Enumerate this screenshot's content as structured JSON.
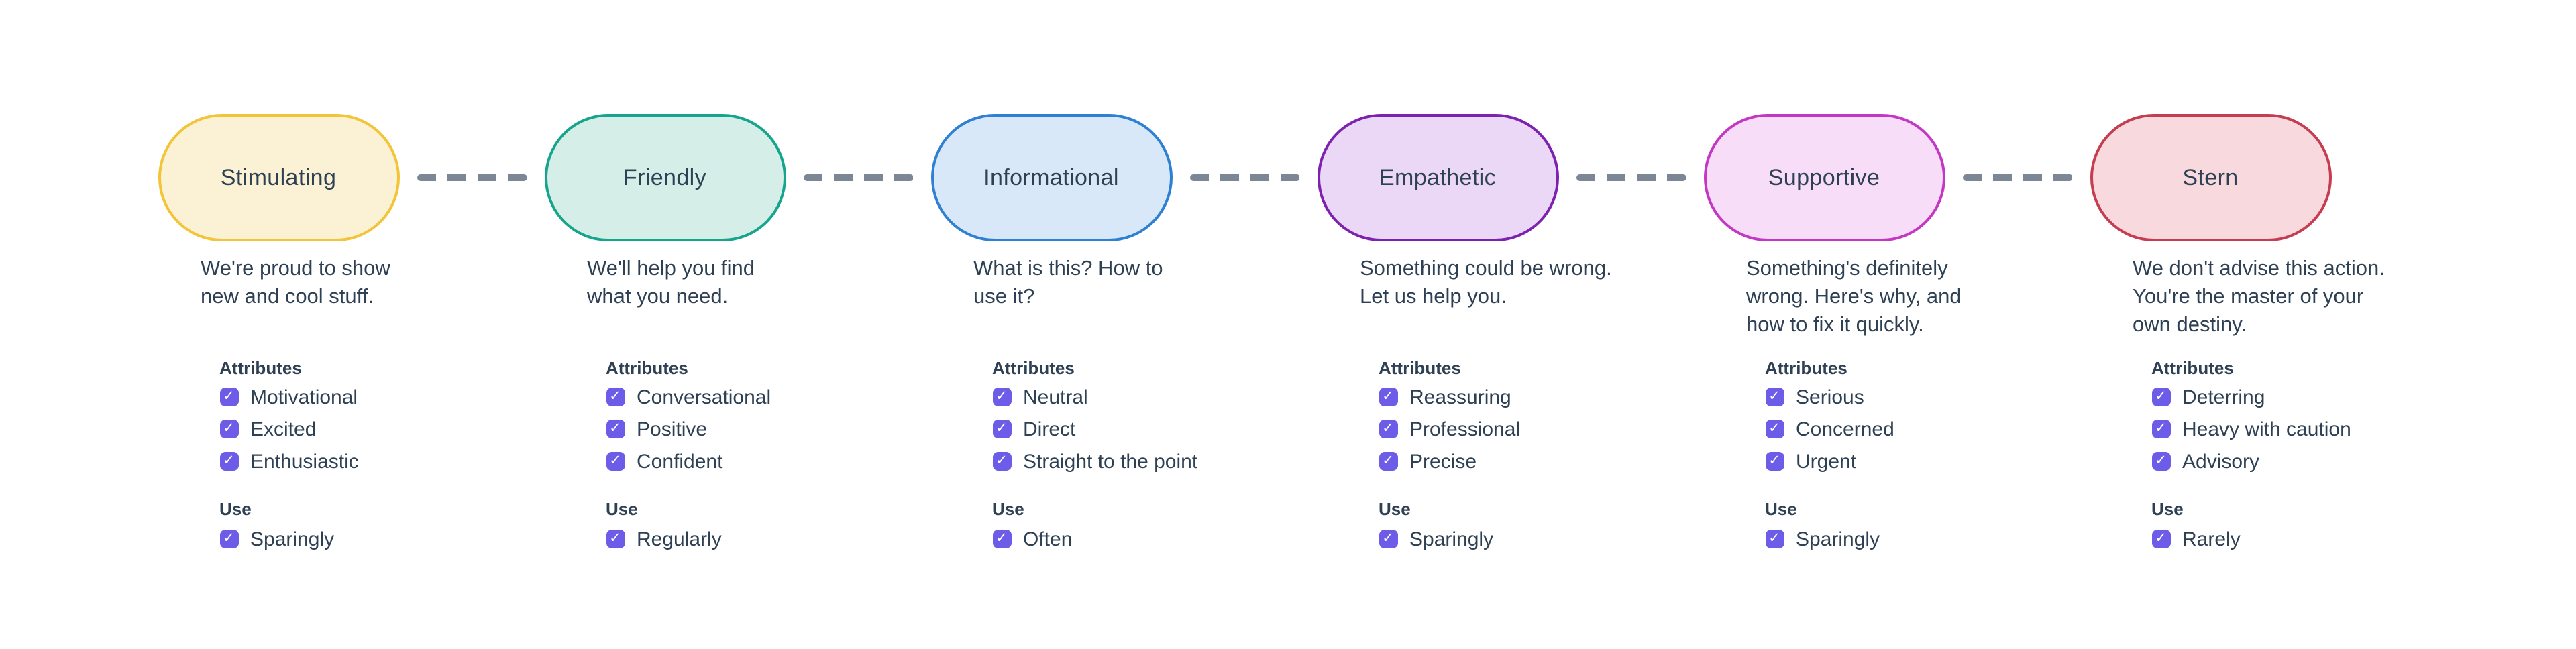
{
  "labels": {
    "attributes": "Attributes",
    "use": "Use"
  },
  "styles": {
    "checkbox_color": "#6c5ce7",
    "connector_color": "#7b8794",
    "text_color": "#2e4053",
    "check_glyph": "✓"
  },
  "tones": [
    {
      "name": "Stimulating",
      "border_color": "#f3c436",
      "fill_color": "#fbf1d4",
      "description": "We're proud to show\nnew and cool stuff.",
      "attributes": [
        {
          "label": "Motivational",
          "checked": true
        },
        {
          "label": "Excited",
          "checked": true
        },
        {
          "label": "Enthusiastic",
          "checked": true
        }
      ],
      "use": [
        {
          "label": "Sparingly",
          "checked": true
        }
      ]
    },
    {
      "name": "Friendly",
      "border_color": "#14a58c",
      "fill_color": "#d6eee8",
      "description": "We'll help you find\nwhat you need.",
      "attributes": [
        {
          "label": "Conversational",
          "checked": true
        },
        {
          "label": "Positive",
          "checked": true
        },
        {
          "label": "Confident",
          "checked": true
        }
      ],
      "use": [
        {
          "label": "Regularly",
          "checked": true
        }
      ]
    },
    {
      "name": "Informational",
      "border_color": "#2e80d4",
      "fill_color": "#d9e8f8",
      "description": "What is this? How to\nuse it?",
      "attributes": [
        {
          "label": "Neutral",
          "checked": true
        },
        {
          "label": "Direct",
          "checked": true
        },
        {
          "label": "Straight to the point",
          "checked": true
        }
      ],
      "use": [
        {
          "label": "Often",
          "checked": true
        }
      ]
    },
    {
      "name": "Empathetic",
      "border_color": "#7d21b0",
      "fill_color": "#ebd8f6",
      "description": "Something could be wrong.\nLet us help you.",
      "attributes": [
        {
          "label": "Reassuring",
          "checked": true
        },
        {
          "label": "Professional",
          "checked": true
        },
        {
          "label": "Precise",
          "checked": true
        }
      ],
      "use": [
        {
          "label": "Sparingly",
          "checked": true
        }
      ]
    },
    {
      "name": "Supportive",
      "border_color": "#c437c4",
      "fill_color": "#f8ddf8",
      "description": "Something's definitely\nwrong. Here's why, and\nhow to fix it quickly.",
      "attributes": [
        {
          "label": "Serious",
          "checked": true
        },
        {
          "label": "Concerned",
          "checked": true
        },
        {
          "label": "Urgent",
          "checked": true
        }
      ],
      "use": [
        {
          "label": "Sparingly",
          "checked": true
        }
      ]
    },
    {
      "name": "Stern",
      "border_color": "#c63c50",
      "fill_color": "#f8d9dd",
      "description": "We don't advise this action.\nYou're the master of your\nown destiny.",
      "attributes": [
        {
          "label": "Deterring",
          "checked": true
        },
        {
          "label": "Heavy with caution",
          "checked": true
        },
        {
          "label": "Advisory",
          "checked": true
        }
      ],
      "use": [
        {
          "label": "Rarely",
          "checked": true
        }
      ]
    }
  ]
}
